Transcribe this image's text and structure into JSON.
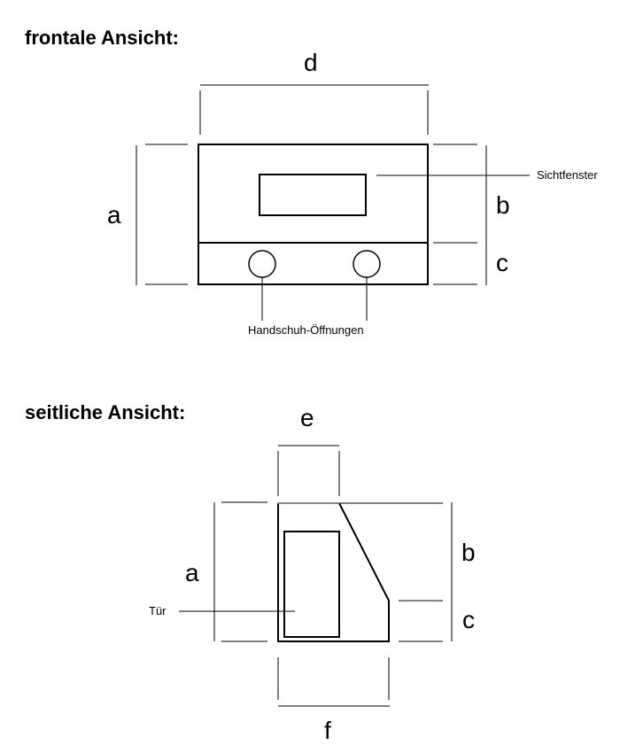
{
  "headings": {
    "front": "frontale Ansicht:",
    "side": "seitliche Ansicht:"
  },
  "front_view": {
    "dim_d": "d",
    "dim_a": "a",
    "dim_b": "b",
    "dim_c": "c",
    "label_window": "Sichtfenster",
    "label_gloves": "Handschuh-Öffnungen"
  },
  "side_view": {
    "dim_e": "e",
    "dim_a": "a",
    "dim_b": "b",
    "dim_c": "c",
    "dim_f": "f",
    "label_door": "Tür"
  }
}
